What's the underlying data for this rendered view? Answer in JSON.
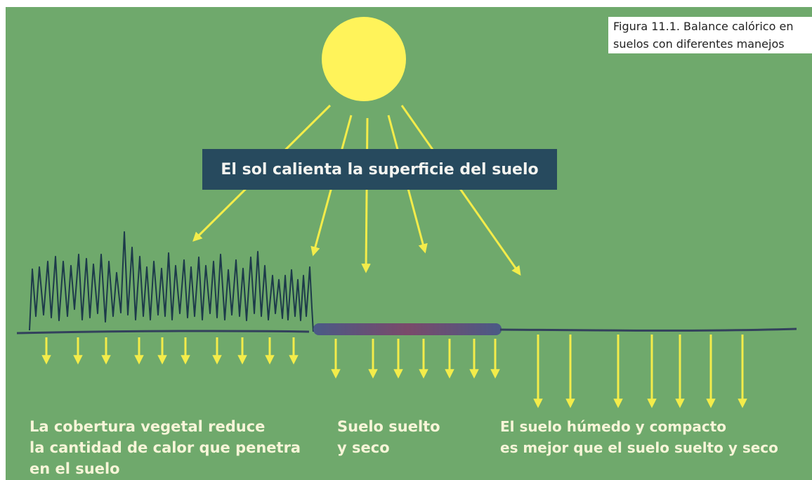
{
  "figure": {
    "caption_lines": [
      "Figura 11.1. Balance calórico en",
      "suelos con diferentes manejos"
    ],
    "banner_text": "El sol calienta la superficie del suelo",
    "labels": {
      "vegetation": [
        "La cobertura vegetal reduce",
        "la cantidad de calor que penetra",
        "en el suelo"
      ],
      "loose_soil": [
        "Suelo suelto",
        "y seco"
      ],
      "moist_soil": [
        "El suelo húmedo y compacto",
        "es mejor que el suelo suelto y seco"
      ]
    },
    "icons": {
      "sun": "sun-icon",
      "vegetation": "grass-icon",
      "loose_soil": "loose-soil-texture-icon"
    },
    "colors": {
      "background": "#6fa96c",
      "sun": "#fff35a",
      "arrows": "#f3ec4a",
      "banner": "#274a5e",
      "ground": "#33415c",
      "text": "#f7f5d8"
    }
  }
}
